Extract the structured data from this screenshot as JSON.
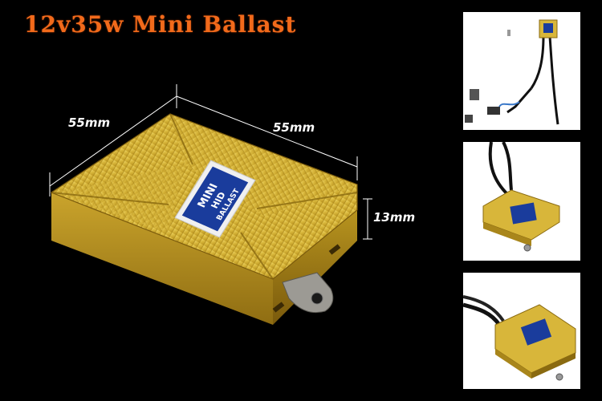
{
  "title": "12v35w Mini Ballast",
  "dimensions": {
    "width_left": "55mm",
    "width_right": "55mm",
    "height": "13mm"
  },
  "product_label": {
    "line1": "MINI",
    "line2": "HID",
    "line3": "BALLAST"
  },
  "colors": {
    "title": "#f26a1b",
    "ballast_gold": "#d8b63a",
    "label_blue": "#1a3c9c",
    "background": "#000000"
  },
  "thumbnails": [
    {
      "id": "thumb-1",
      "view": "ballast-with-cables-top"
    },
    {
      "id": "thumb-2",
      "view": "ballast-angle-with-cable"
    },
    {
      "id": "thumb-3",
      "view": "ballast-side-with-cable"
    }
  ]
}
